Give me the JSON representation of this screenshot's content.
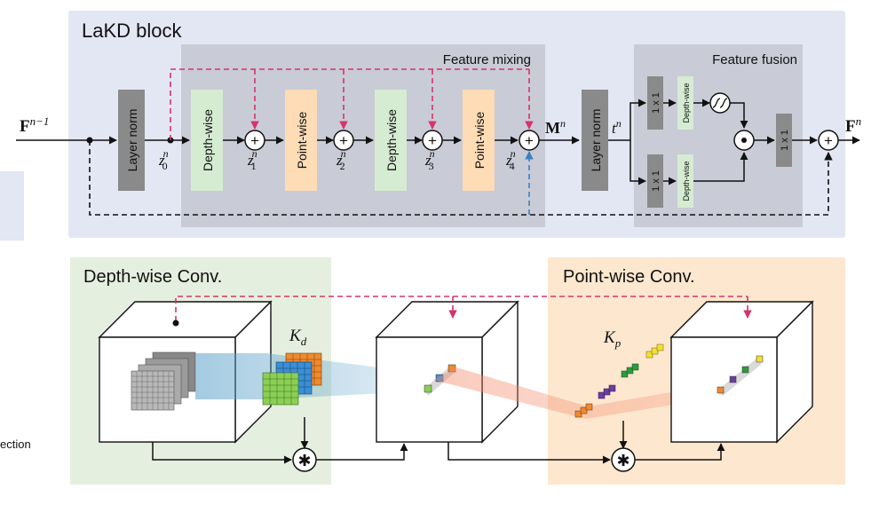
{
  "top": {
    "title": "LaKD block",
    "feature_mixing_label": "Feature mixing",
    "feature_fusion_label": "Feature fusion",
    "input_label": "F",
    "input_sup": "n−1",
    "output_label": "F",
    "output_sup": "n",
    "layer_norm_label": "Layer norm",
    "depthwise_label": "Depth-wise",
    "pointwise_label": "Point-wise",
    "fusion_conv_label": "1 x 1",
    "fusion_dw_label": "Depth-wise",
    "z_var": "z",
    "z_sup": "n",
    "z_subs": [
      "0",
      "1",
      "2",
      "3",
      "4"
    ],
    "m_label": "M",
    "m_sup": "n",
    "t_label": "t",
    "t_sup": "n",
    "plus": "+",
    "dot": "•"
  },
  "left_panel": {
    "fragment_text": "ection"
  },
  "bottom": {
    "dw_title": "Depth-wise Conv.",
    "pw_title": "Point-wise Conv.",
    "kd_label": "K",
    "kd_sub": "d",
    "kp_label": "K",
    "kp_sub": "p",
    "conv_symbol": "✱"
  },
  "colors": {
    "block_bg": "#e3e6f3",
    "mixing_bg": "#c9cbd6",
    "fusion_bg": "#c9cbd6",
    "gray_block": "#8a8a8a",
    "depthwise_fill": "#d6ecd2",
    "pointwise_fill": "#fddcb6",
    "dw_panel": "#e5efdf",
    "pw_panel": "#fde7cf",
    "pink_arrow": "#d6336c",
    "blue_arrow": "#3b82c4"
  }
}
